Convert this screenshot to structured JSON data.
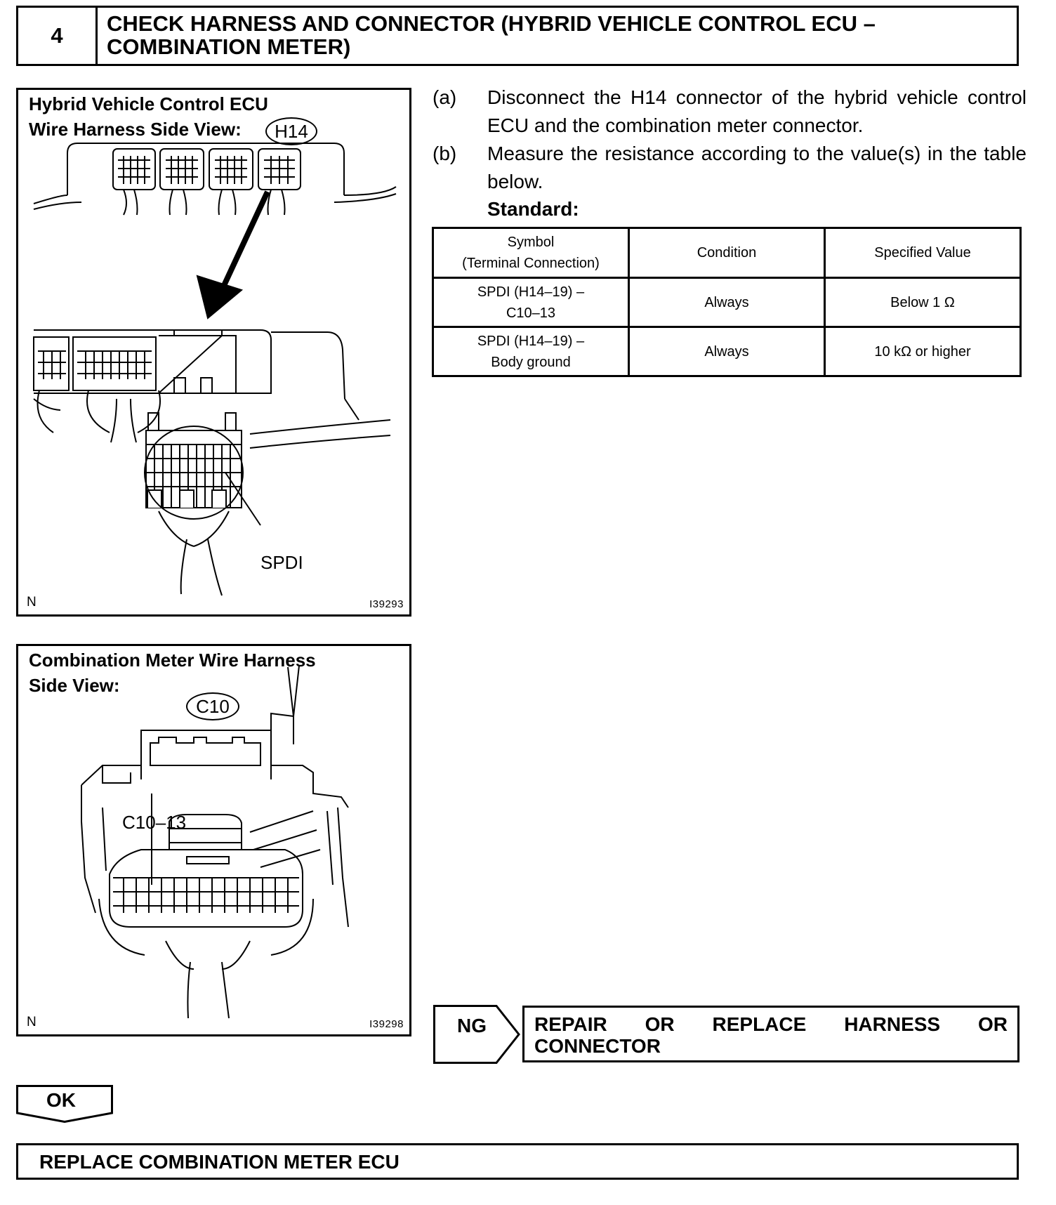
{
  "header": {
    "step_number": "4",
    "title": "CHECK HARNESS AND CONNECTOR (HYBRID VEHICLE CONTROL ECU – COMBINATION METER)"
  },
  "figure1": {
    "title_line1": "Hybrid Vehicle Control ECU",
    "title_line2": "Wire Harness Side View:",
    "connector_label": "H14",
    "callout": "SPDI",
    "corner_letter": "N",
    "figure_code": "I39293"
  },
  "figure2": {
    "title_line1": "Combination Meter Wire Harness",
    "title_line2": "Side View:",
    "connector_label": "C10",
    "callout": "C10–13",
    "corner_letter": "N",
    "figure_code": "I39298"
  },
  "instructions": {
    "a_label": "(a)",
    "a_text": "Disconnect the H14 connector of the hybrid vehicle control ECU and the combination meter connector.",
    "b_label": "(b)",
    "b_text": "Measure the resistance according to the value(s) in the table below.",
    "standard_label": "Standard:"
  },
  "table": {
    "headers": [
      "Symbol (Terminal Connection)",
      "Condition",
      "Specified Value"
    ],
    "header_symbol_line1": "Symbol",
    "header_symbol_line2": "(Terminal Connection)",
    "rows": [
      {
        "symbol_line1": "SPDI (H14–19) –",
        "symbol_line2": "C10–13",
        "condition": "Always",
        "value": "Below 1 Ω"
      },
      {
        "symbol_line1": "SPDI (H14–19) –",
        "symbol_line2": "Body ground",
        "condition": "Always",
        "value": "10 kΩ or higher"
      }
    ]
  },
  "ng": {
    "label": "NG",
    "action_words": [
      "REPAIR",
      "OR",
      "REPLACE",
      "HARNESS",
      "OR"
    ],
    "action_line2": "CONNECTOR"
  },
  "ok": {
    "label": "OK"
  },
  "final": {
    "text": "REPLACE COMBINATION METER ECU"
  }
}
